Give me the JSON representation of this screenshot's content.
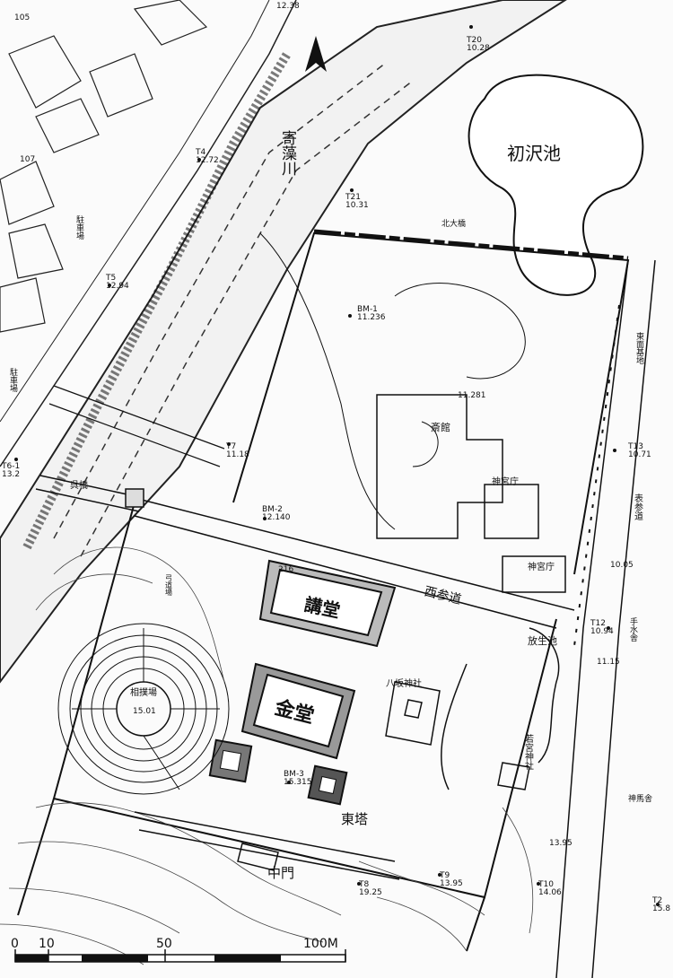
{
  "map": {
    "north_arrow": "north-arrow",
    "labels": {
      "river": "寄藻川",
      "pond": "初沢池",
      "kitaohashi": "北大橋",
      "saikan": "斎館",
      "jinguchou_upper": "神宮庁",
      "jinguchou_lower": "神宮庁",
      "nishisando": "西参道",
      "kodo": "講堂",
      "kondo": "金堂",
      "yasaka": "八坂神社",
      "toto": "東塔",
      "chumon": "中門",
      "hojoike": "放生池",
      "wakamiya": "若宮神社",
      "shinmenosha": "神馬舎",
      "temizusha": "手水舎",
      "omotesando": "表参道",
      "keidai_east": "東面基地",
      "sumo": "相撲場",
      "kyudo": "弓道場",
      "chushajo_1": "駐車場",
      "chushajo_2": "駐車場",
      "bridge": "呉橋"
    },
    "points": [
      {
        "id": "T20",
        "value": "10.28"
      },
      {
        "id": "T21",
        "value": "10.31"
      },
      {
        "id": "T4",
        "value": "12.72"
      },
      {
        "id": "T5",
        "value": "12.94"
      },
      {
        "id": "T6-1",
        "value": "13.2"
      },
      {
        "id": "T7",
        "value": "11.18"
      },
      {
        "id": "BM-1",
        "value": "11.236"
      },
      {
        "id": "BM-2",
        "value": "12.140"
      },
      {
        "id": "BM-3",
        "value": "15.315"
      },
      {
        "id": "T12",
        "value": "10.94"
      },
      {
        "id": "T13",
        "value": "10.71"
      },
      {
        "id": "T8",
        "value": "19.25"
      },
      {
        "id": "T9",
        "value": "13.95"
      },
      {
        "id": "T10",
        "value": "14.06"
      },
      {
        "id": "T2",
        "value": "15.8"
      }
    ],
    "elevations": {
      "e_top": "12.38",
      "e_11281": "11.281",
      "e_1005": "10.05",
      "e_1115": "11.15",
      "e_1501": "15.01",
      "e_1395": "13.95",
      "e_105": "105",
      "e_107": "107",
      "e_216": "216"
    },
    "scale_bar": {
      "ticks": [
        "0",
        "10",
        "50",
        "100M"
      ]
    }
  }
}
